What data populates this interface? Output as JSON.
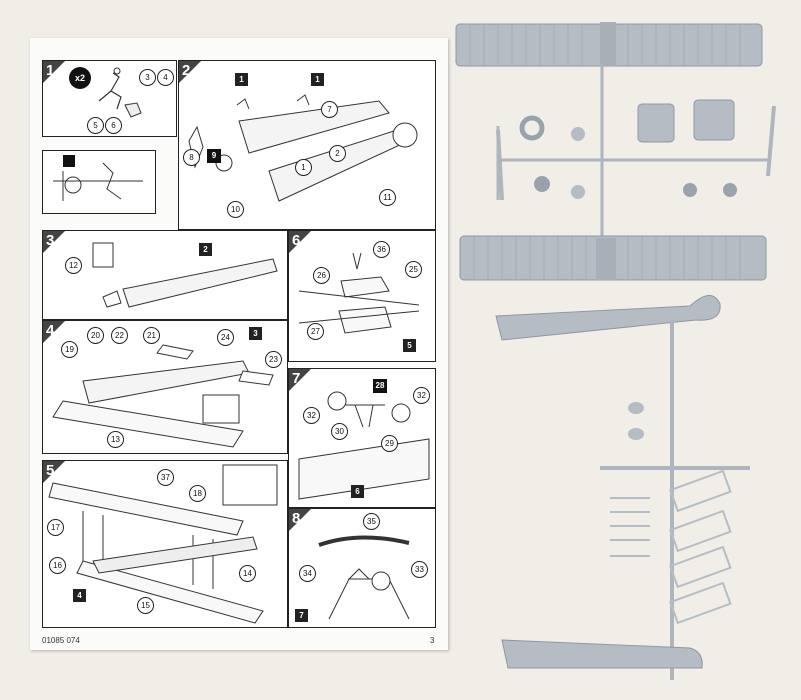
{
  "sheet": {
    "steps": [
      {
        "label": "1",
        "callouts": [
          "3",
          "4",
          "5",
          "6"
        ],
        "badge": "x2"
      },
      {
        "label": "2",
        "callouts": [
          "1",
          "1",
          "7",
          "1",
          "2",
          "8",
          "9",
          "10",
          "11"
        ]
      },
      {
        "label": "3",
        "callouts": [
          "12",
          "2"
        ]
      },
      {
        "label": "4",
        "callouts": [
          "19",
          "20",
          "22",
          "21",
          "24",
          "3",
          "23",
          "13"
        ]
      },
      {
        "label": "5",
        "callouts": [
          "37",
          "18",
          "17",
          "16",
          "14",
          "15",
          "4"
        ]
      },
      {
        "label": "6",
        "callouts": [
          "36",
          "26",
          "25",
          "27",
          "5"
        ]
      },
      {
        "label": "7",
        "callouts": [
          "28",
          "32",
          "32",
          "30",
          "29",
          "6"
        ]
      },
      {
        "label": "8",
        "callouts": [
          "35",
          "34",
          "33",
          "7"
        ]
      }
    ],
    "footer_code": "01085 074",
    "page_number": "3"
  },
  "colors": {
    "plastic": "#b5bcc4",
    "plastic_dark": "#8f98a2",
    "ink": "#222222"
  }
}
